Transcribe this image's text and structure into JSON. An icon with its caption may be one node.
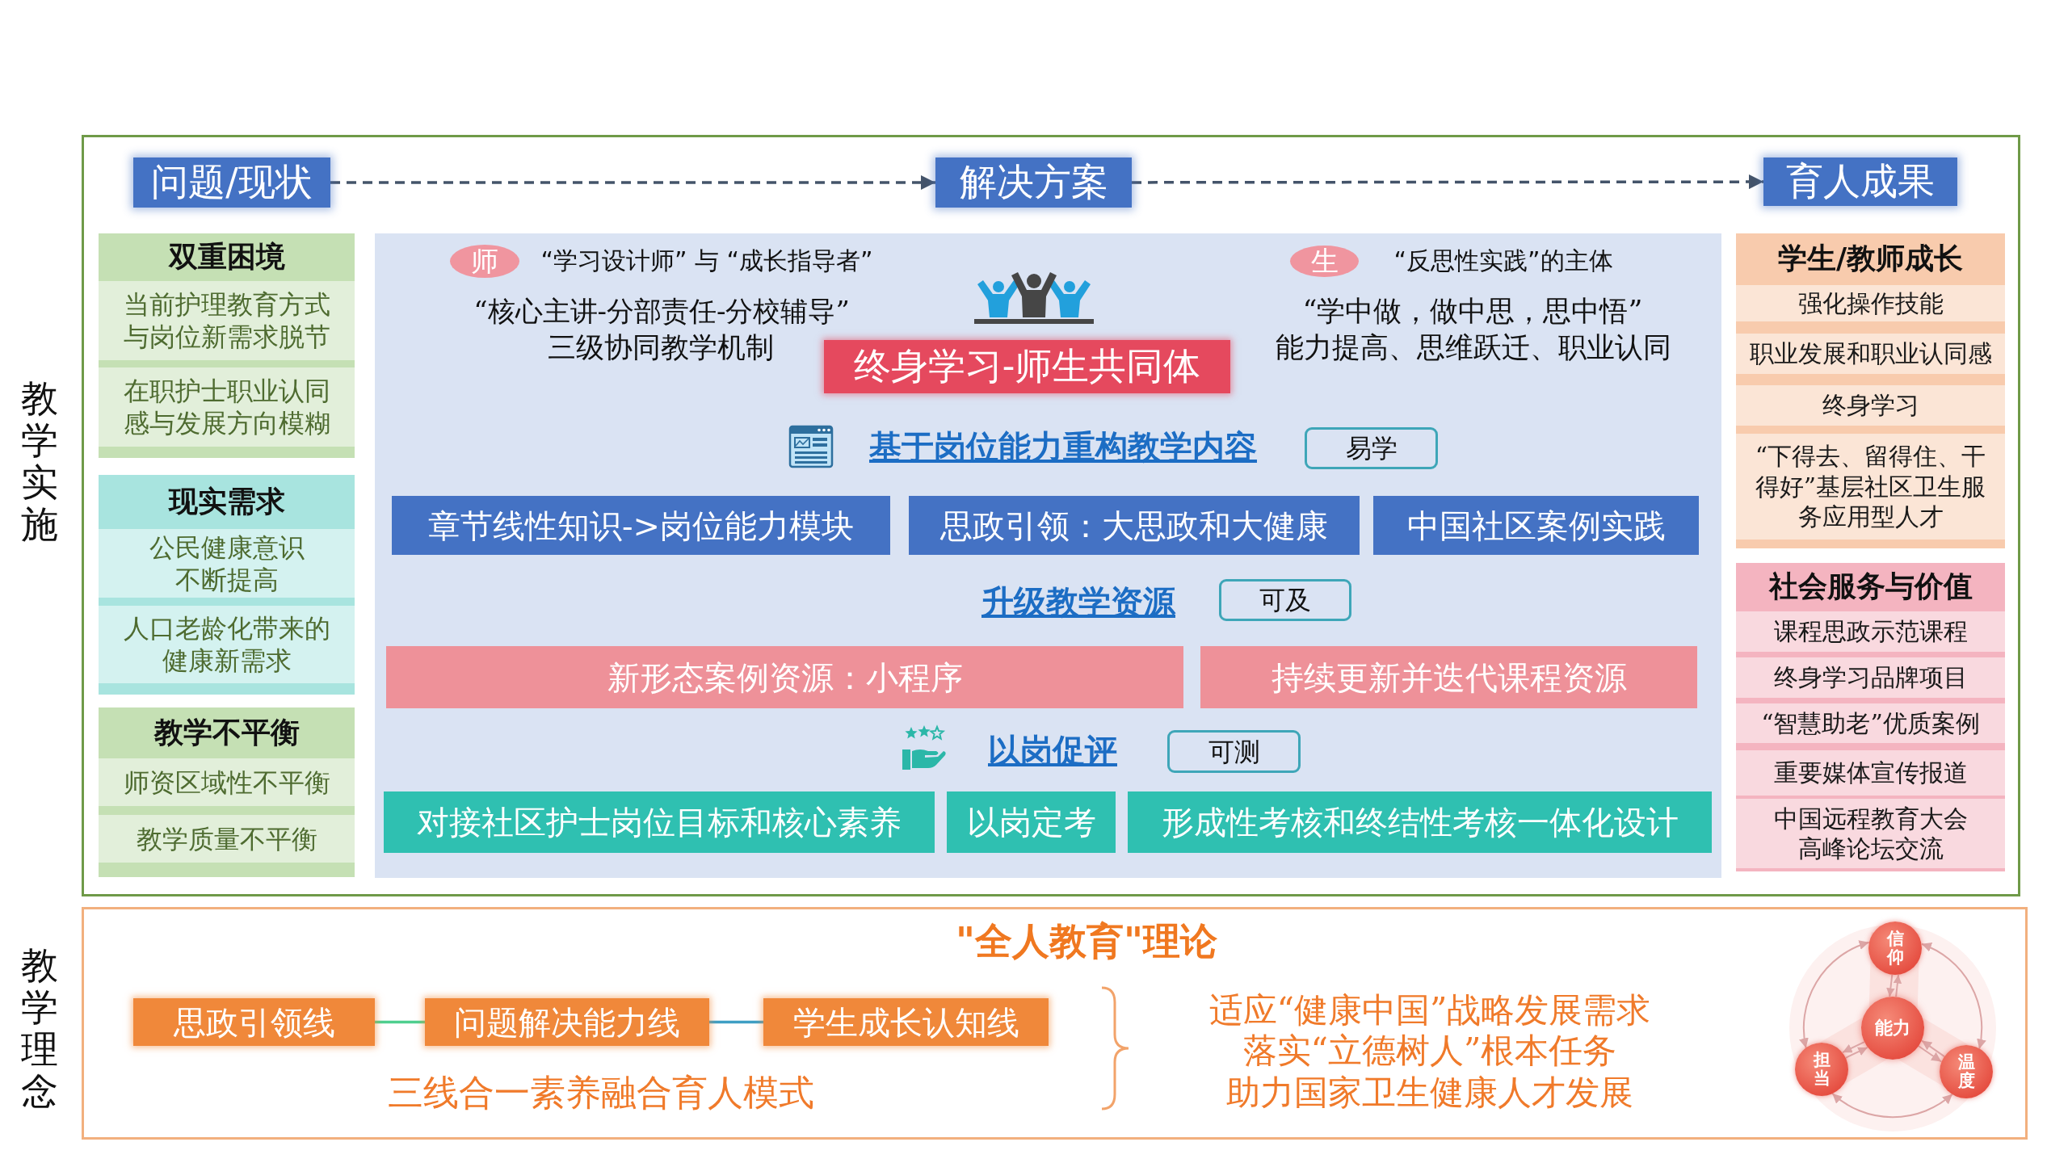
{
  "diagram": {
    "nodes": [
      {
        "text": [
          "教学实施"
        ]
      },
      {
        "text": [
          "问题/现状"
        ],
        "in": 0
      },
      {
        "text": [
          "解决方案"
        ],
        "in": 0
      },
      {
        "text": [
          "育人成果"
        ],
        "in": 0
      },
      {
        "text": [
          "双重困境"
        ],
        "in": 0
      },
      {
        "text": [
          "当前护理教育方式与岗位新需求脱节"
        ],
        "in": 4
      },
      {
        "text": [
          "在职护士职业认同感与发展方向模糊"
        ],
        "in": 4
      },
      {
        "text": [
          "现实需求"
        ],
        "in": 0
      },
      {
        "text": [
          "公民健康意识不断提高"
        ],
        "in": 7
      },
      {
        "text": [
          "人口老龄化带来的健康新需求"
        ],
        "in": 7
      },
      {
        "text": [
          "教学不平衡"
        ],
        "in": 0
      },
      {
        "text": [
          "师资区域性不平衡"
        ],
        "in": 10
      },
      {
        "text": [
          "教学质量不平衡"
        ],
        "in": 10
      },
      {
        "text": [],
        "shape": "box",
        "in": 0
      },
      {
        "text": [
          "师"
        ],
        "in": 13,
        "beside": [
          "“学习设计师” 与 “成长指导者”",
          "“核心主讲-分部责任-分校辅导”",
          "三级协同教学机制"
        ]
      },
      {
        "text": [
          "终身学习-师生共同体"
        ],
        "in": 13
      },
      {
        "text": [
          "生"
        ],
        "in": 13,
        "beside": [
          "“反思性实践”的主体",
          "“学中做，做中思，思中悟”",
          "能力提高、思维跃迁、职业认同"
        ]
      },
      {
        "text": [
          "易学"
        ],
        "in": 13
      },
      {
        "text": [
          "章节线性知识->岗位能力模块"
        ],
        "in": 13
      },
      {
        "text": [
          "思政引领：大思政和大健康"
        ],
        "in": 13
      },
      {
        "text": [
          "中国社区案例实践"
        ],
        "in": 13
      },
      {
        "text": [
          "可及"
        ],
        "in": 13
      },
      {
        "text": [
          "新形态案例资源：小程序"
        ],
        "in": 13
      },
      {
        "text": [
          "持续更新并迭代课程资源"
        ],
        "in": 13
      },
      {
        "text": [
          "可测"
        ],
        "in": 13
      },
      {
        "text": [
          "对接社区护士岗位目标和核心素养"
        ],
        "in": 13
      },
      {
        "text": [
          "以岗定考"
        ],
        "in": 13
      },
      {
        "text": [
          "形成性考核和终结性考核一体化设计"
        ],
        "in": 13
      },
      {
        "text": [
          "学生/教师成长"
        ],
        "in": 0
      },
      {
        "text": [
          "强化操作技能"
        ],
        "in": 28
      },
      {
        "text": [
          "职业发展和职业认同感"
        ],
        "in": 28
      },
      {
        "text": [
          "终身学习"
        ],
        "in": 28
      },
      {
        "text": [
          "“下得去、留得住、干得好”基层社区卫生服务应用型人才"
        ],
        "in": 28
      },
      {
        "text": [
          "社会服务与价值"
        ],
        "in": 0
      },
      {
        "text": [
          "课程思政示范课程"
        ],
        "in": 33
      },
      {
        "text": [
          "终身学习品牌项目"
        ],
        "in": 33
      },
      {
        "text": [
          "“智慧助老”优质案例"
        ],
        "in": 33
      },
      {
        "text": [
          "重要媒体宣传报道"
        ],
        "in": 33
      },
      {
        "text": [
          "中国远程教育大会高峰论坛交流"
        ],
        "in": 33
      },
      {
        "text": [
          "教学理念",
          "\"全人教育\"理论"
        ]
      },
      {
        "text": [
          "思政引领线"
        ],
        "in": 39
      },
      {
        "text": [
          "问题解决能力线"
        ],
        "in": 39
      },
      {
        "text": [
          "学生成长认知线"
        ],
        "in": 39
      },
      {
        "text": [
          "能力"
        ],
        "in": 39
      },
      {
        "text": [
          "信仰"
        ],
        "in": 39
      },
      {
        "text": [
          "担当"
        ],
        "in": 39
      },
      {
        "text": [
          "温度"
        ],
        "in": 39
      }
    ],
    "edges": [
      {
        "from": 1,
        "to": 2,
        "arrow": "to",
        "style": "dashed",
        "color": "#44546a"
      },
      {
        "from": 2,
        "to": 3,
        "arrow": "to",
        "style": "dashed",
        "color": "#44546a"
      },
      {
        "from": 40,
        "to": 41,
        "arrow": "none",
        "color": "#4fcf8f"
      },
      {
        "from": 41,
        "to": 42,
        "arrow": "none",
        "color": "#3f9fc4"
      },
      {
        "from": 43,
        "to": 44,
        "arrow": "to"
      },
      {
        "from": 44,
        "to": 43,
        "arrow": "to"
      },
      {
        "from": 43,
        "to": 45,
        "arrow": "to"
      },
      {
        "from": 45,
        "to": 43,
        "arrow": "to"
      },
      {
        "from": 43,
        "to": 46,
        "arrow": "to"
      },
      {
        "from": 46,
        "to": 43,
        "arrow": "to"
      },
      {
        "from": 44,
        "to": 45,
        "arrow": "both"
      },
      {
        "from": 44,
        "to": 46,
        "arrow": "both"
      },
      {
        "from": 45,
        "to": 46,
        "arrow": "both"
      }
    ],
    "labels": [
      "基于岗位能力重构教学内容",
      "升级教学资源",
      "以岗促评",
      "三线合一素养融合育人模式",
      "适应“健康中国”战略发展需求",
      "落实“立德树人”根本任务",
      "助力国家卫生健康人才发展"
    ]
  }
}
